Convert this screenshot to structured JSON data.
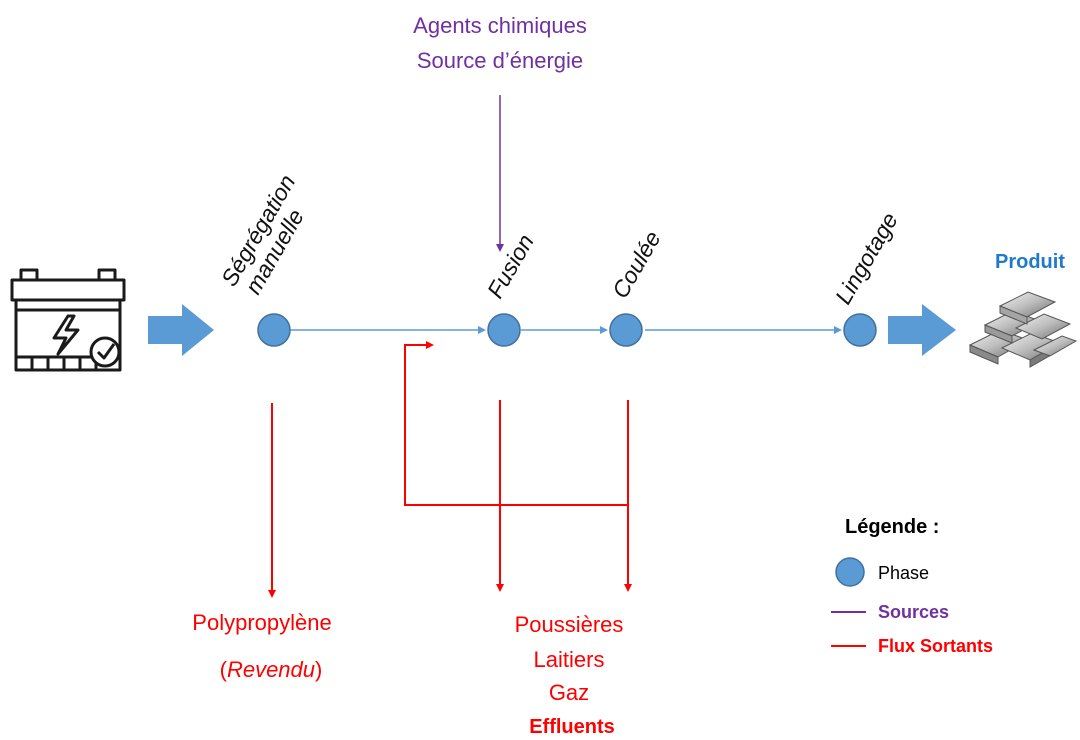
{
  "sources": {
    "line1": "Agents chimiques",
    "line2": "Source d’énergie"
  },
  "phases": {
    "segregation_line1": "Ségrégation",
    "segregation_line2": "manuelle",
    "fusion": "Fusion",
    "coulee": "Coulée",
    "lingotage": "Lingotage"
  },
  "product": {
    "label": "Produit"
  },
  "outputs": {
    "polypropylene": "Polypropylène",
    "revendu_open": "(",
    "revendu": "Revendu",
    "revendu_close": ")",
    "poussieres": "Poussières",
    "laitiers": "Laitiers",
    "gaz": "Gaz",
    "effluents": "Effluents"
  },
  "legend": {
    "title": "Légende :",
    "phase": "Phase",
    "sources": "Sources",
    "flux": "Flux Sortants"
  },
  "icons": [
    "battery-icon",
    "metal-ingots-icon"
  ],
  "colors": {
    "flow": "#5B9BD5",
    "phase_fill": "#5B9BD5",
    "phase_stroke": "#41719C",
    "sources": "#7030A0",
    "outgoing": "#FF0000",
    "product": "#1F7BC9"
  }
}
